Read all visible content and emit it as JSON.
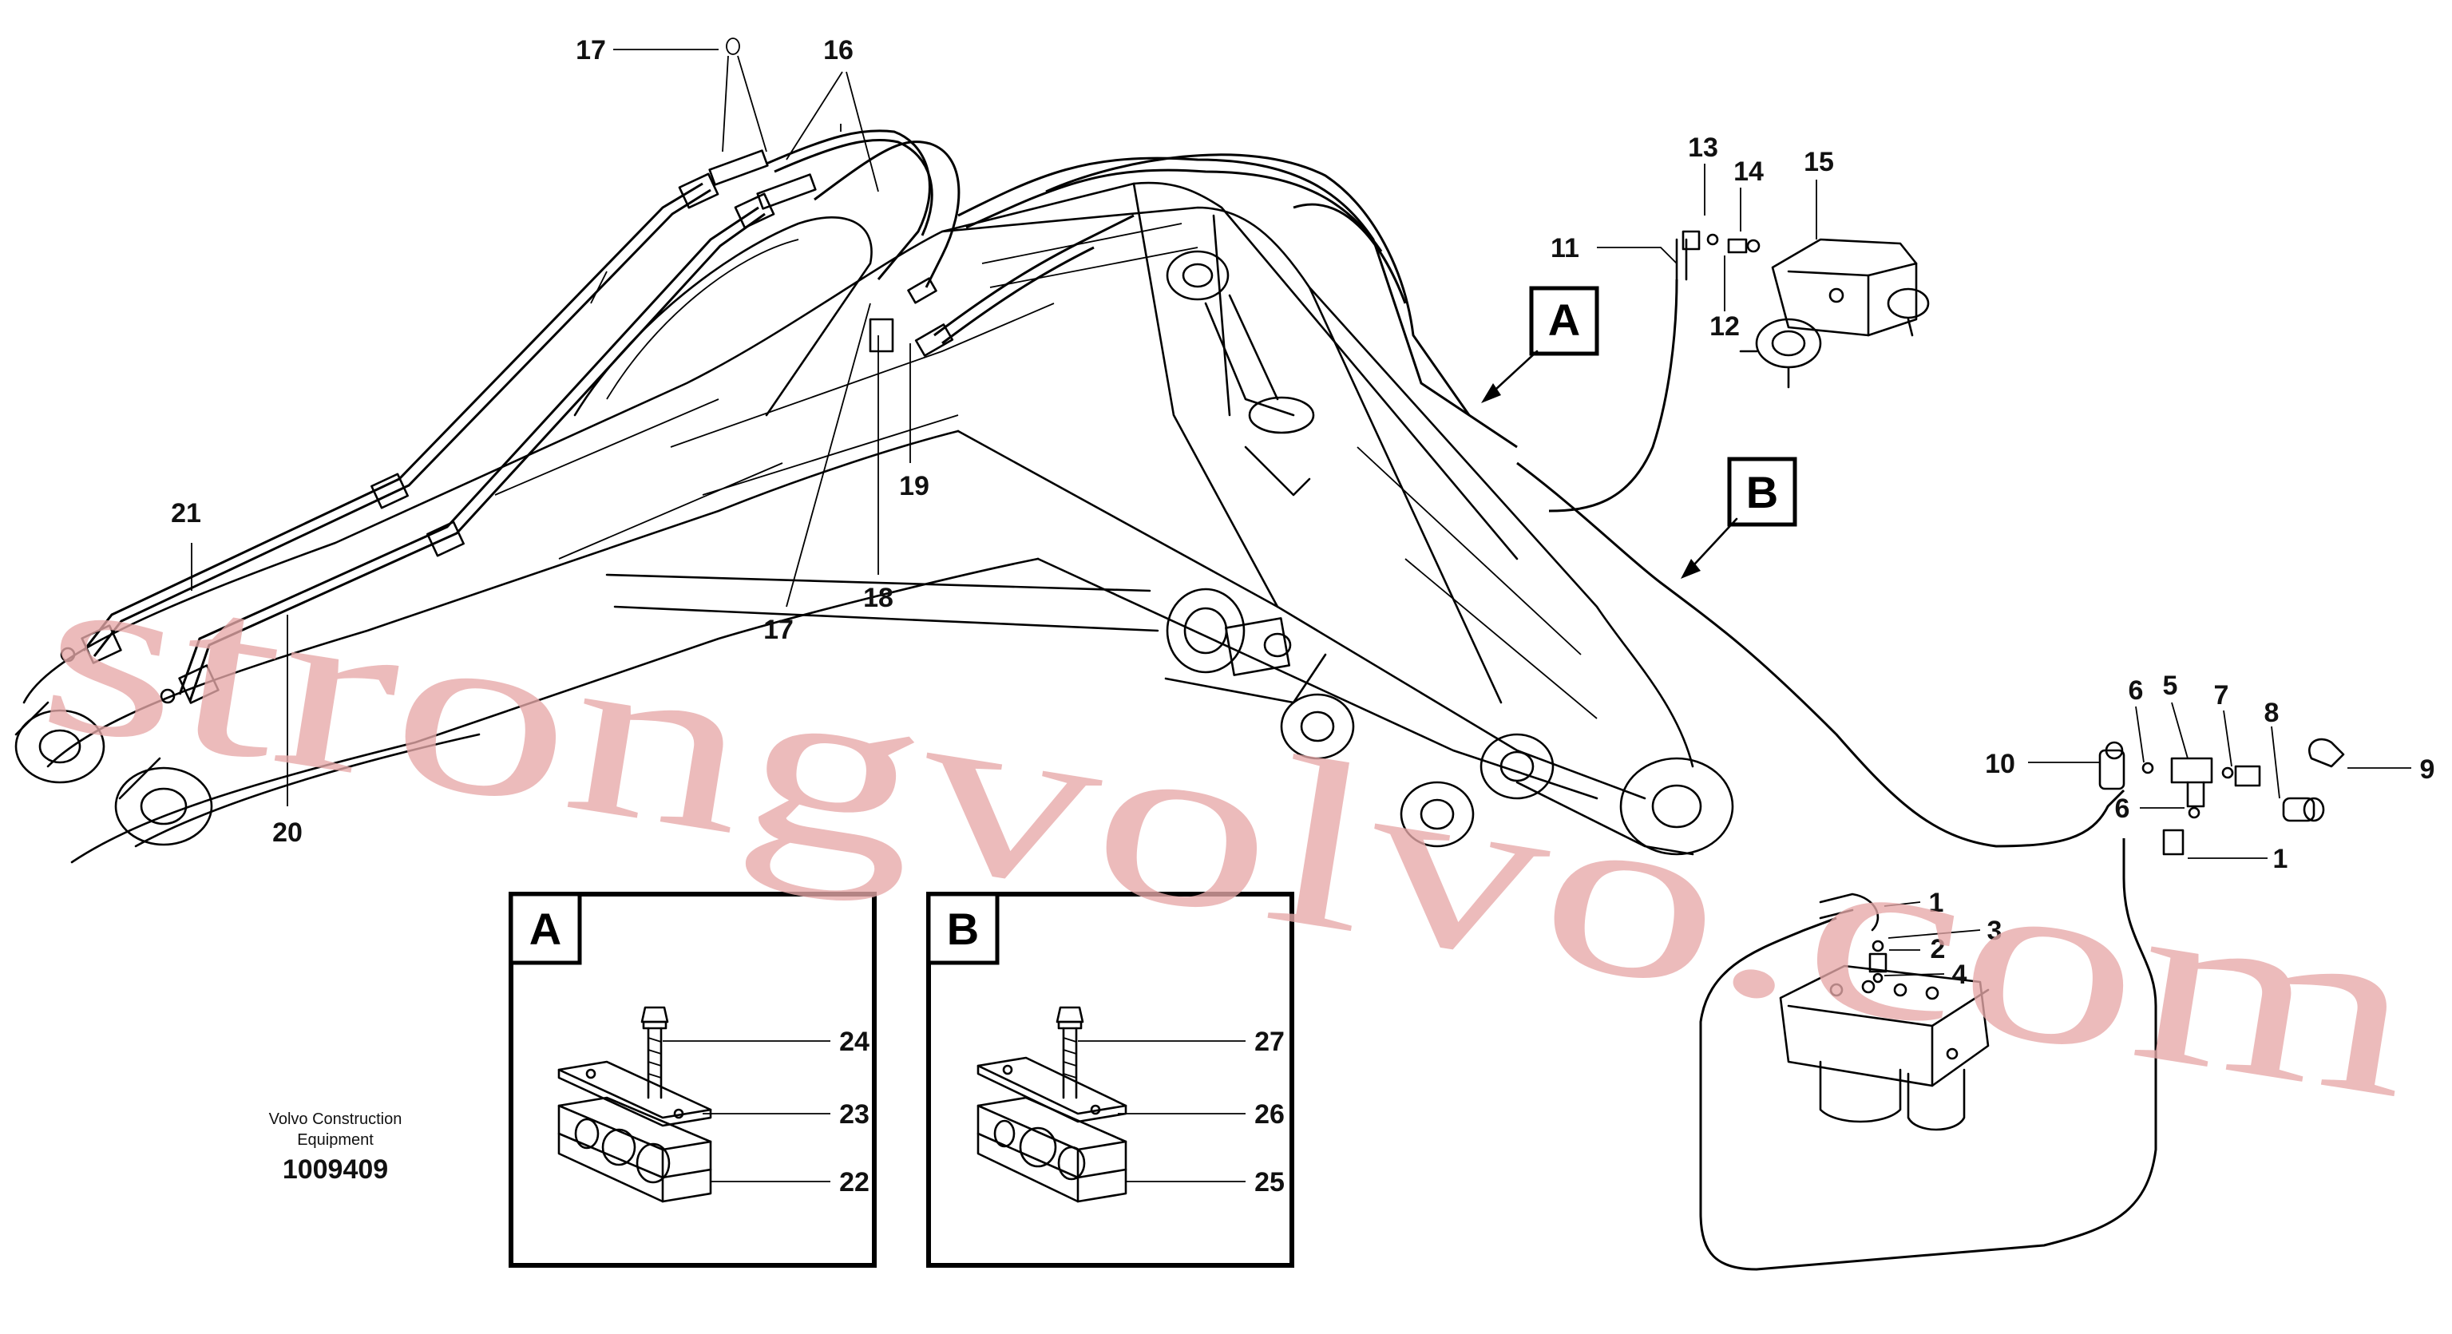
{
  "figure": {
    "caption": {
      "line1": "Volvo Construction",
      "line2": "Equipment",
      "number": "1009409"
    },
    "watermark": "strongvolvo.com",
    "callouts": {
      "A": "A",
      "B": "B"
    },
    "detail_boxes": {
      "A": "A",
      "B": "B"
    },
    "part_labels": {
      "p1": "1",
      "p1b": "1",
      "p2": "2",
      "p3": "3",
      "p4": "4",
      "p5": "5",
      "p6": "6",
      "p6b": "6",
      "p7": "7",
      "p8": "8",
      "p9": "9",
      "p10": "10",
      "p11": "11",
      "p12": "12",
      "p13": "13",
      "p14": "14",
      "p15": "15",
      "p16": "16",
      "p17": "17",
      "p17b": "17",
      "p18": "18",
      "p19": "19",
      "p20": "20",
      "p21": "21",
      "p22": "22",
      "p23": "23",
      "p24": "24",
      "p25": "25",
      "p26": "26",
      "p27": "27"
    }
  }
}
